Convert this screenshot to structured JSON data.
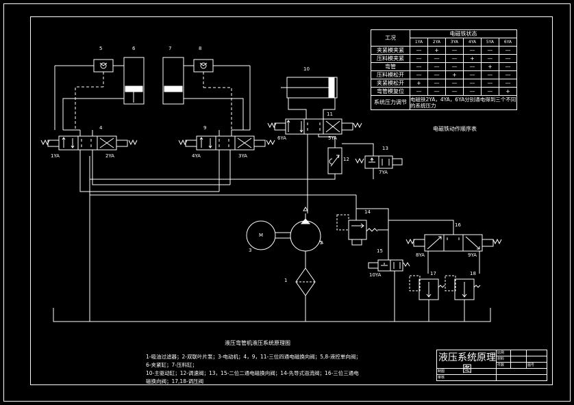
{
  "component_numbers": [
    "1",
    "2",
    "3",
    "4",
    "5",
    "6",
    "7",
    "8",
    "9",
    "10",
    "11",
    "12",
    "13",
    "14",
    "15",
    "16",
    "17",
    "18"
  ],
  "motor_label": "M",
  "solenoid_labels": {
    "v4_left": "1YA",
    "v4_right": "2YA",
    "v9_left": "4YA",
    "v9_right": "3YA",
    "v11_left": "6YA",
    "v11_right": "5YA",
    "v13": "7YA",
    "v16_left": "8YA",
    "v16_right": "9YA",
    "v15": "10YA"
  },
  "state_table": {
    "header_left": "工况",
    "header_right": "电磁铁状态",
    "columns": [
      "1YA",
      "2YA",
      "3YA",
      "4YA",
      "5YA",
      "6YA"
    ],
    "rows": [
      {
        "name": "夹紧模夹紧",
        "cells": [
          "—",
          "+",
          "—",
          "—",
          "—",
          "—"
        ]
      },
      {
        "name": "压料模夹紧",
        "cells": [
          "—",
          "—",
          "—",
          "+",
          "—",
          "—"
        ]
      },
      {
        "name": "弯管",
        "cells": [
          "—",
          "—",
          "—",
          "—",
          "+",
          "—"
        ]
      },
      {
        "name": "压料模松开",
        "cells": [
          "—",
          "—",
          "+",
          "—",
          "—",
          "—"
        ]
      },
      {
        "name": "夹紧模松开",
        "cells": [
          "+",
          "—",
          "—",
          "—",
          "—",
          "—"
        ]
      },
      {
        "name": "弯管模复位",
        "cells": [
          "—",
          "—",
          "—",
          "—",
          "—",
          "+"
        ]
      }
    ],
    "pressure_row_label": "系统压力调节",
    "pressure_row_note": "电磁铁2YA，4YA，6YA分别通电得到三个不同的系统压力",
    "caption": "电磁铁动作顺序表"
  },
  "diagram_title": "液压弯管机液压系统原理图",
  "legend_lines": [
    "1-吸油过滤器；2-双联叶片泵；3-电动机；4，9，11-三位四通电磁换向阀；5,8-液控单向阀；",
    "6-夹紧缸；7-压料缸；",
    "10-主驱动缸；12-调速阀；13，15-二位二通电磁换向阀；14-先导式溢流阀；16-三位三通电",
    "磁换向阀；17,18-调压阀"
  ],
  "title_block": {
    "title": "液压系统原理图",
    "cells": {
      "比例": "比例",
      "材料": "材料",
      "件数": "件数",
      "图号": "图号",
      "制图": "制图",
      "审核": "审核"
    }
  }
}
